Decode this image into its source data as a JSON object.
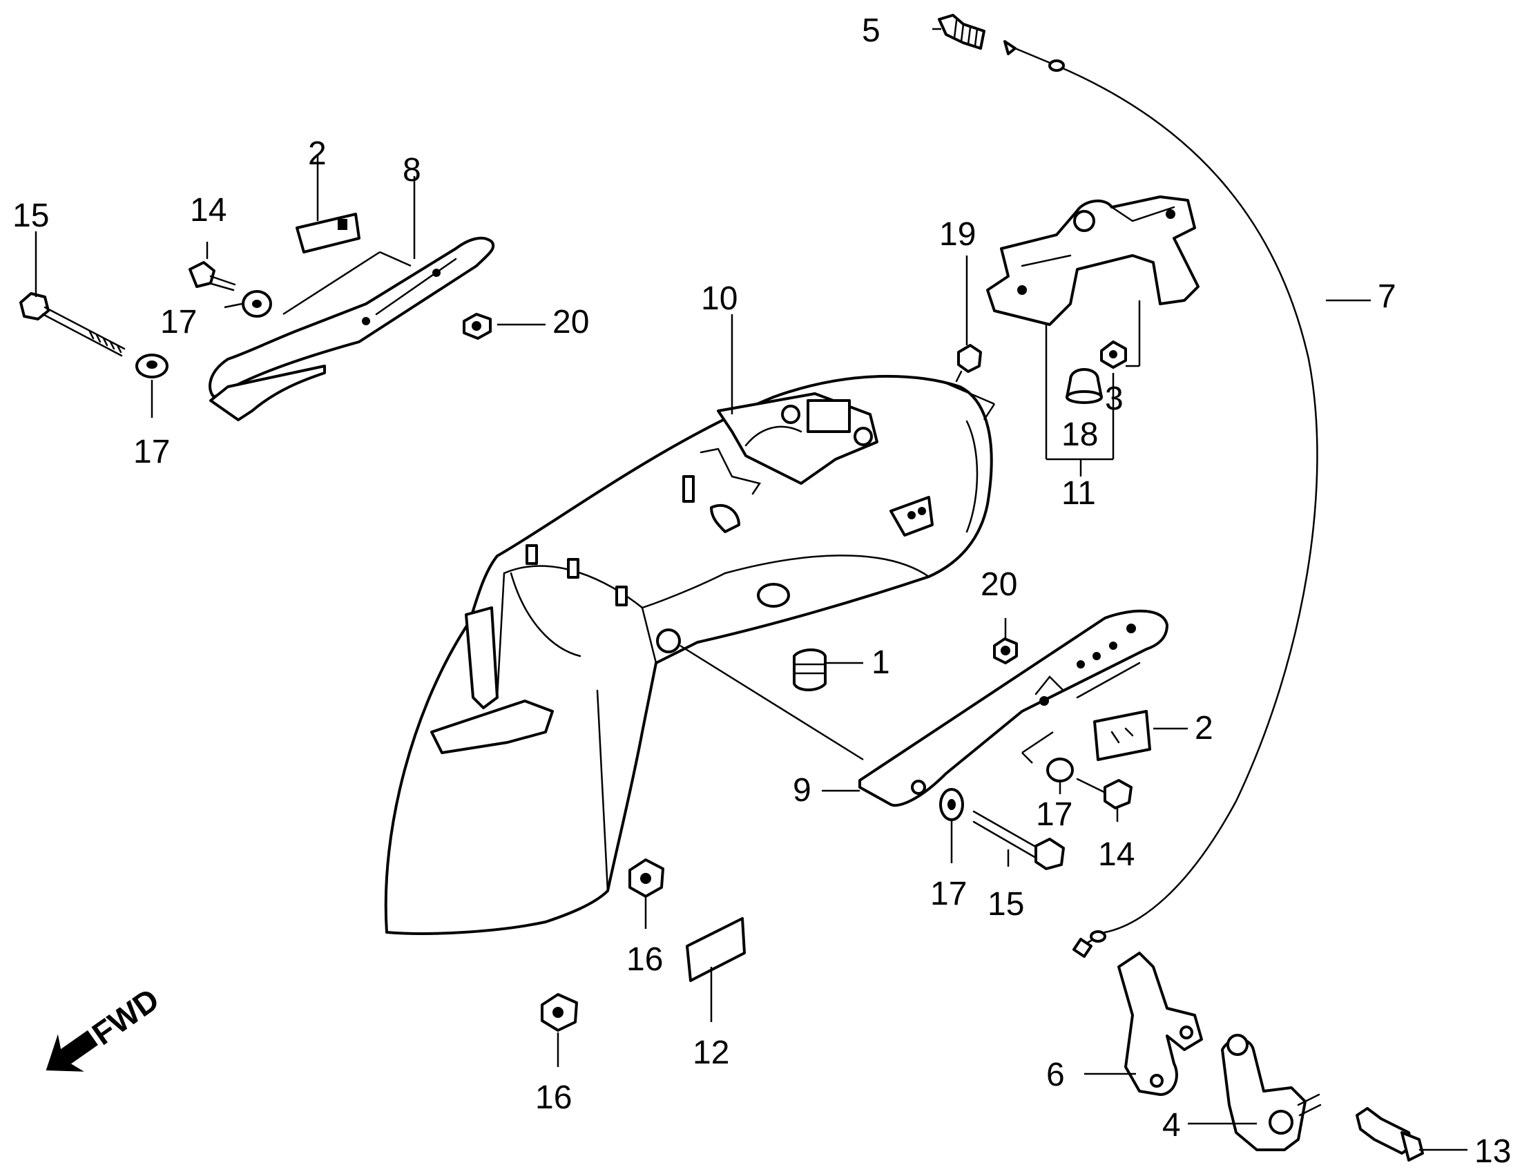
{
  "fwd_label": "FWD",
  "callouts": {
    "c1": "1",
    "c2a": "2",
    "c2b": "2",
    "c3": "3",
    "c4": "4",
    "c5": "5",
    "c6": "6",
    "c7": "7",
    "c8": "8",
    "c9": "9",
    "c10": "10",
    "c11": "11",
    "c12": "12",
    "c13": "13",
    "c14a": "14",
    "c14b": "14",
    "c15a": "15",
    "c15b": "15",
    "c16a": "16",
    "c16b": "16",
    "c17a": "17",
    "c17b": "17",
    "c17c": "17",
    "c17d": "17",
    "c18": "18",
    "c19": "19",
    "c20a": "20",
    "c20b": "20"
  },
  "icons": {
    "fwd_arrow": "arrow-down-left-icon"
  }
}
